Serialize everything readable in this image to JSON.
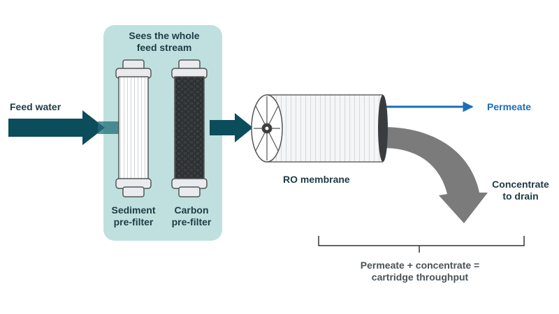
{
  "labels": {
    "feed_water": "Feed water",
    "prefilter_group": [
      "Sees the whole",
      "feed stream"
    ],
    "sediment": [
      "Sediment",
      "pre-filter"
    ],
    "carbon": [
      "Carbon",
      "pre-filter"
    ],
    "ro_membrane": "RO membrane",
    "permeate": "Permeate",
    "concentrate": [
      "Concentrate",
      "to drain"
    ],
    "throughput": [
      "Permeate + concentrate =",
      "cartridge throughput"
    ]
  },
  "colors": {
    "feed_arrow": "#0c4d5b",
    "panel": "#bfe0df",
    "permeate": "#1a6fb8",
    "concentrate": "#7b7b7b",
    "text": "#1f3a44"
  }
}
